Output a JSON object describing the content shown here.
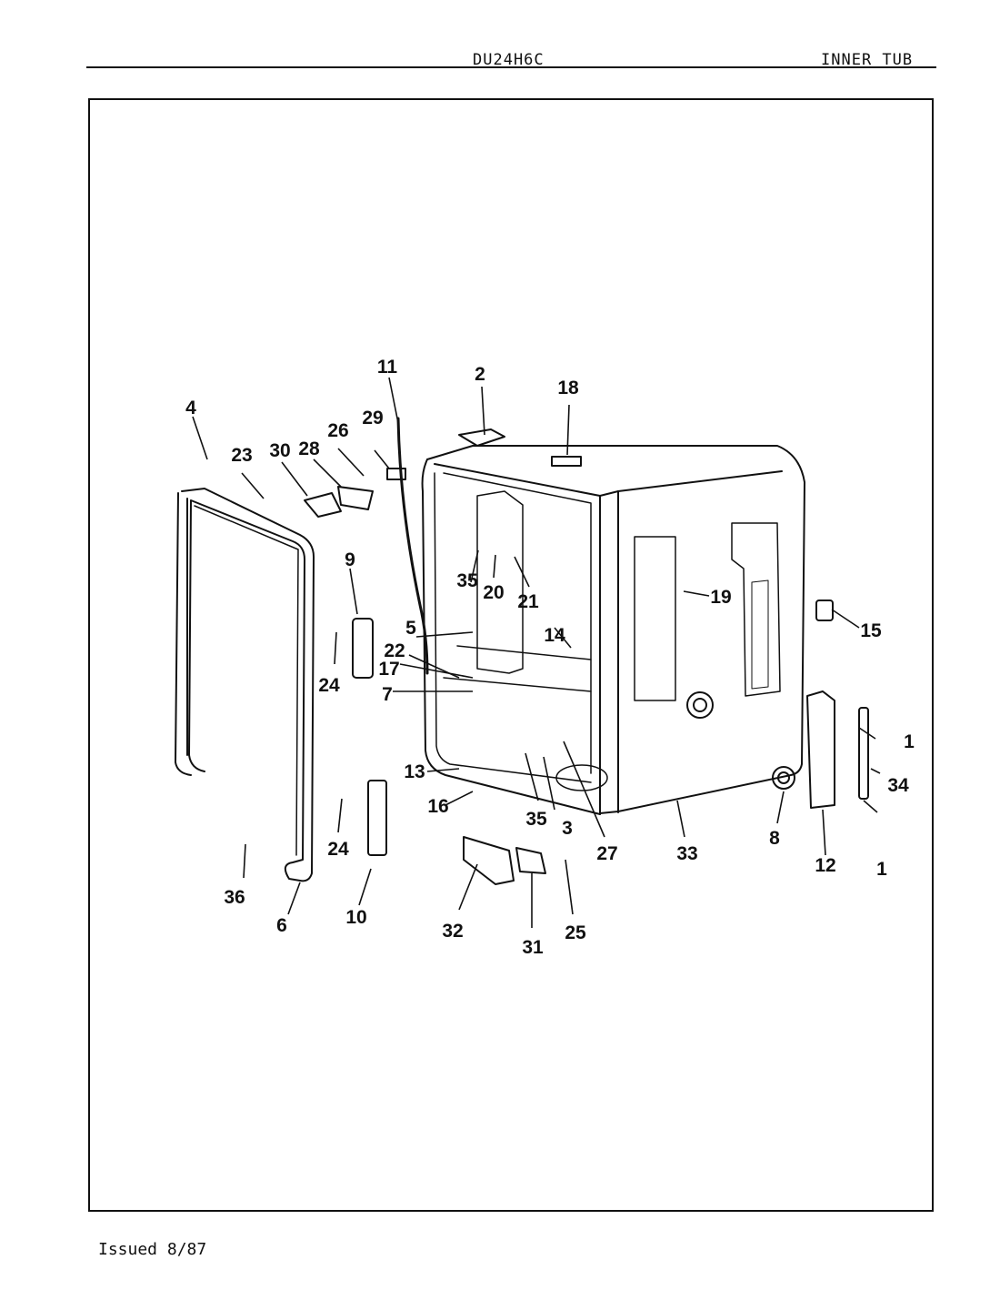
{
  "header": {
    "model": "DU24H6C",
    "section": "INNER TUB"
  },
  "footer": {
    "issued": "Issued 8/87"
  },
  "callouts": [
    "1",
    "1",
    "2",
    "3",
    "4",
    "5",
    "6",
    "7",
    "8",
    "9",
    "10",
    "11",
    "12",
    "13",
    "14",
    "15",
    "16",
    "17",
    "18",
    "19",
    "20",
    "21",
    "22",
    "23",
    "24",
    "24",
    "25",
    "26",
    "27",
    "28",
    "29",
    "30",
    "31",
    "32",
    "33",
    "34",
    "35",
    "35",
    "36"
  ]
}
